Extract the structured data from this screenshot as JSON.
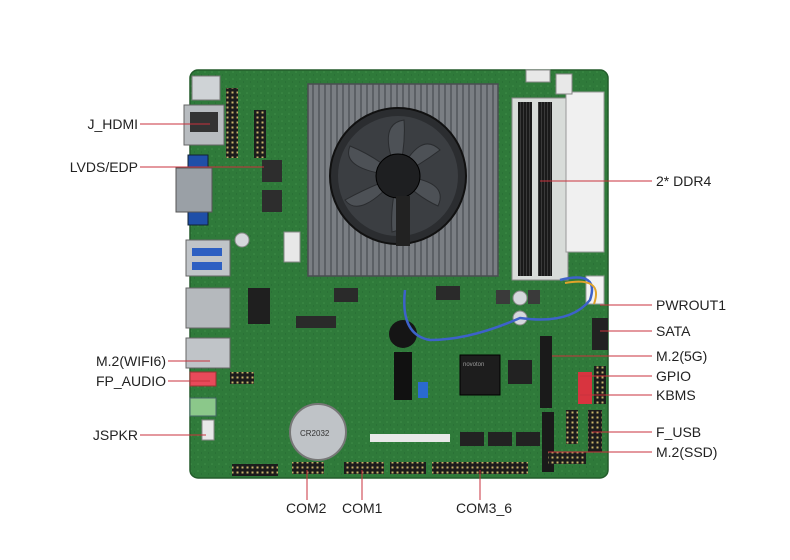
{
  "labels_left": [
    {
      "id": "j-hdmi",
      "text": "J_HDMI"
    },
    {
      "id": "lvds-edp",
      "text": "LVDS/EDP"
    },
    {
      "id": "m2-wifi6",
      "text": "M.2(WIFI6)"
    },
    {
      "id": "fp-audio",
      "text": "FP_AUDIO"
    },
    {
      "id": "jspkr",
      "text": "JSPKR"
    }
  ],
  "labels_right": [
    {
      "id": "ddr4",
      "text": "2* DDR4"
    },
    {
      "id": "pwrout1",
      "text": "PWROUT1"
    },
    {
      "id": "sata",
      "text": "SATA"
    },
    {
      "id": "m2-5g",
      "text": "M.2(5G)"
    },
    {
      "id": "gpio",
      "text": "GPIO"
    },
    {
      "id": "kbms",
      "text": "KBMS"
    },
    {
      "id": "f-usb",
      "text": "F_USB"
    },
    {
      "id": "m2-ssd",
      "text": "M.2(SSD)"
    }
  ],
  "labels_bottom": [
    {
      "id": "com2",
      "text": "COM2"
    },
    {
      "id": "com1",
      "text": "COM1"
    },
    {
      "id": "com3-6",
      "text": "COM3_6"
    }
  ],
  "board_markings": {
    "chip_brand": "novoton",
    "battery_text": "CR2032"
  },
  "colors": {
    "pcb": "#2f7a3a",
    "leader_line": "#c8323c",
    "heatsink": "#6f7378"
  }
}
